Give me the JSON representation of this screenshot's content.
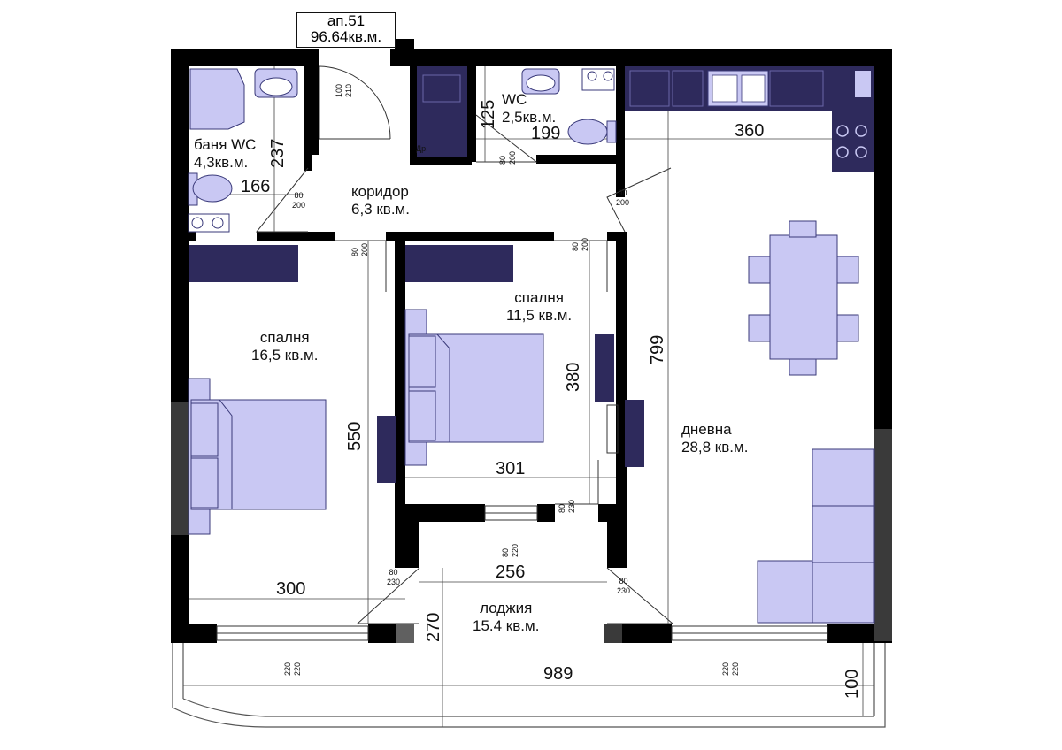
{
  "apartment": {
    "name": "ап.51",
    "area": "96.64кв.м."
  },
  "rooms": {
    "bath": {
      "name": "баня WC",
      "area": "4,3кв.м."
    },
    "wc": {
      "name": "WC",
      "area": "2,5кв.м."
    },
    "corridor": {
      "name": "коридор",
      "area": "6,3 кв.м."
    },
    "bedroom_large": {
      "name": "спалня",
      "area": "16,5 кв.м."
    },
    "bedroom_small": {
      "name": "спалня",
      "area": "11,5 кв.м."
    },
    "living": {
      "name": "дневна",
      "area": "28,8 кв.м."
    },
    "loggia": {
      "name": "лоджия",
      "area": "15.4 кв.м."
    }
  },
  "labels": {
    "storage": "Др."
  },
  "dimensions": {
    "bath_height": "237",
    "bath_width": "166",
    "wc_height": "125",
    "wc_width": "199",
    "living_width": "360",
    "living_height": "799",
    "bedroom_large_height": "550",
    "bedroom_large_width": "300",
    "bedroom_small_height": "380",
    "bedroom_small_width": "301",
    "loggia_inner_width": "256",
    "loggia_depth": "270",
    "total_width": "989",
    "balcony_depth": "100"
  },
  "doors": {
    "entrance": {
      "w": "100",
      "h": "210"
    },
    "bath": {
      "w": "80",
      "h": "200"
    },
    "wc": {
      "w": "80",
      "h": "200"
    },
    "living": {
      "w": "90",
      "h": "200"
    },
    "bedroom_large": {
      "w": "80",
      "h": "200"
    },
    "bedroom_small": {
      "w": "80",
      "h": "200"
    },
    "bedroom_small_balcony": {
      "w": "80",
      "h": "230"
    },
    "loggia_window": {
      "w": "80",
      "h": "220"
    },
    "loggia_left": {
      "w": "80",
      "h": "230"
    },
    "loggia_right": {
      "w": "80",
      "h": "230"
    },
    "window_left": {
      "w": "220",
      "h": "220"
    },
    "window_right": {
      "w": "220",
      "h": "220"
    }
  },
  "colors": {
    "wall": "#000000",
    "furniture": "#c9c8f3",
    "cabinet": "#2e2a5c",
    "furniture_stroke": "#3a3a7a"
  }
}
